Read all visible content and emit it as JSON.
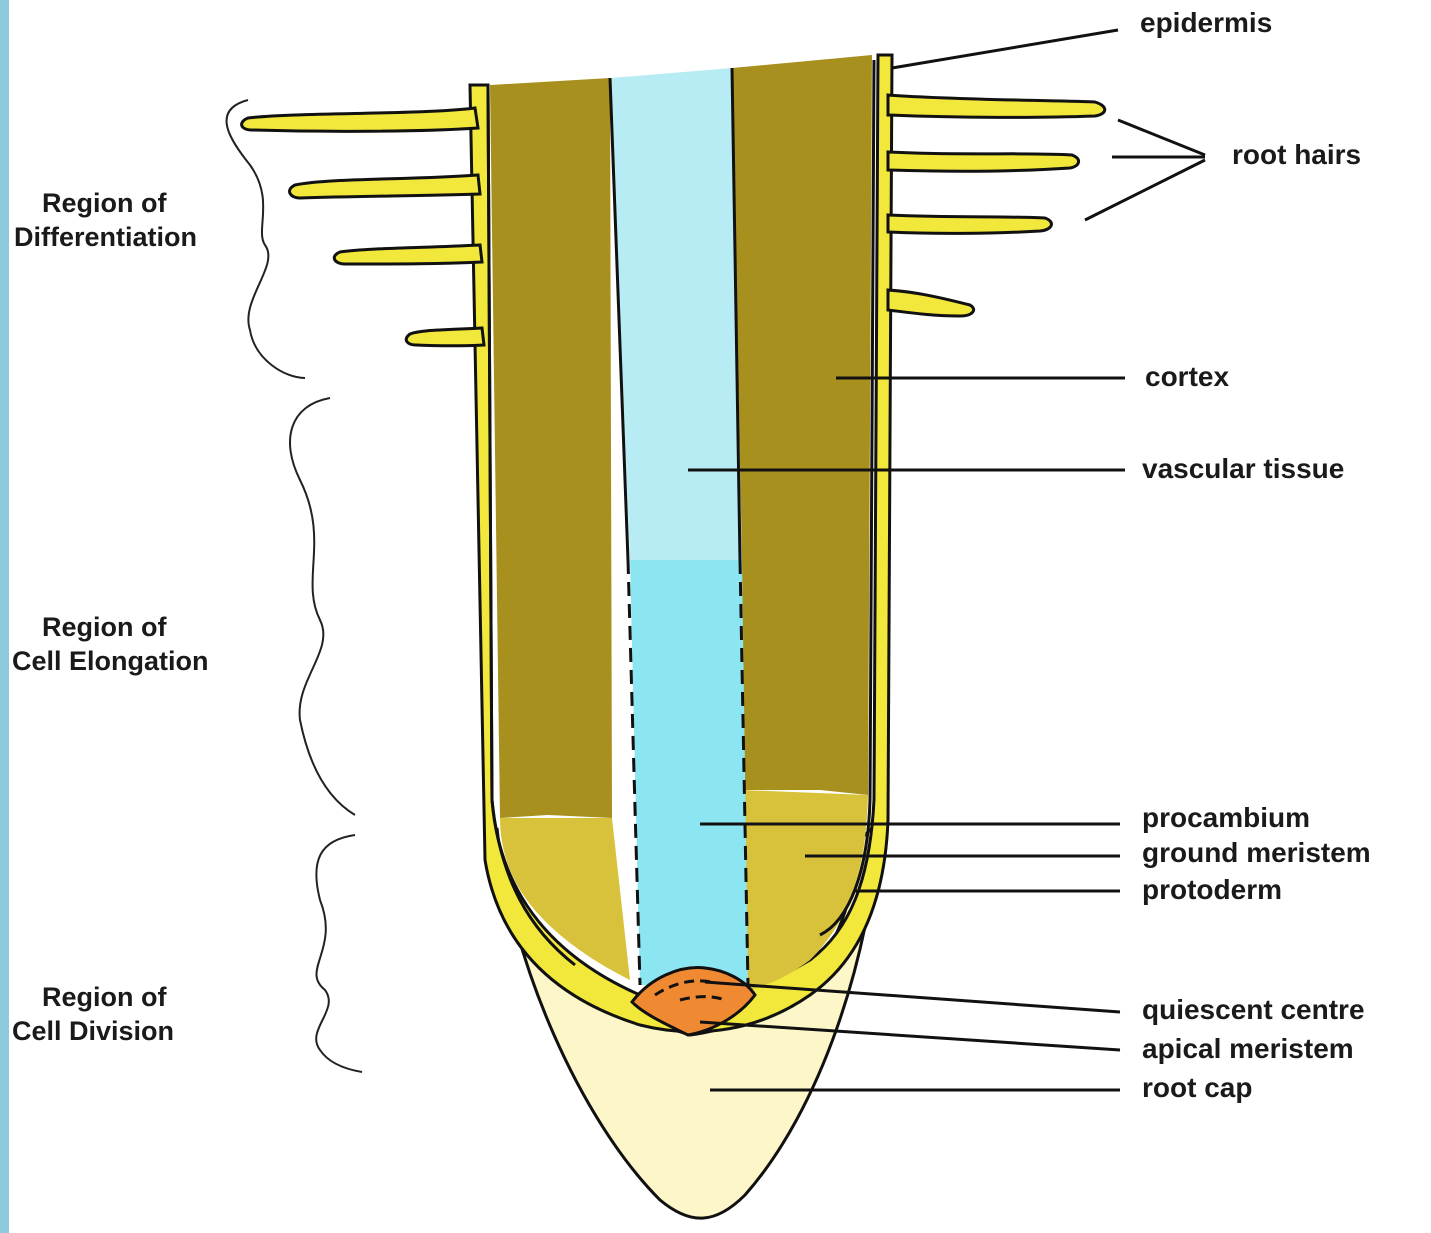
{
  "labels": {
    "epidermis": "epidermis",
    "root_hairs": "root hairs",
    "cortex": "cortex",
    "vascular_tissue": "vascular tissue",
    "procambium": "procambium",
    "ground_meristem": "ground meristem",
    "protoderm": "protoderm",
    "quiescent_centre": "quiescent centre",
    "apical_meristem": "apical meristem",
    "root_cap": "root cap"
  },
  "regions": {
    "differentiation": {
      "line1": "Region of",
      "line2": "Differentiation"
    },
    "elongation": {
      "line1": "Region of",
      "line2": "Cell Elongation"
    },
    "division": {
      "line1": "Region of",
      "line2": "Cell Division"
    }
  },
  "colors": {
    "cortex": "#a8901e",
    "vascular": "#b8ecf4",
    "procambium": "#8ce6f2",
    "epidermis": "#f2e83c",
    "ground_meristem": "#d8c23c",
    "root_cap": "#fdf6c8",
    "quiescent": "#f08a32",
    "outline": "#111111",
    "frame_strip": "#8ec8dc"
  }
}
